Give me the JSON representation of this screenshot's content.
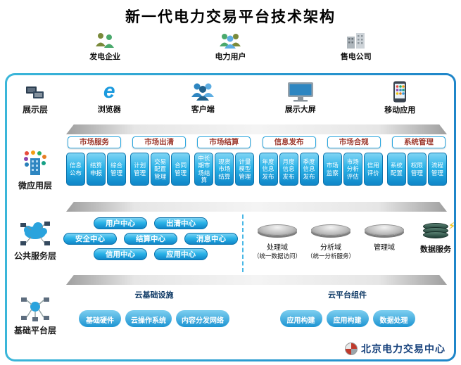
{
  "title": "新一代电力交易平台技术架构",
  "entities": [
    {
      "label": "发电企业",
      "icon": "generators-people-icon"
    },
    {
      "label": "电力用户",
      "icon": "power-users-icon"
    },
    {
      "label": "售电公司",
      "icon": "retail-company-building-icon"
    }
  ],
  "presentation": {
    "label": "展示层",
    "layer_icon": "monitors-icon",
    "items": [
      {
        "label": "浏览器",
        "icon": "ie-browser-icon"
      },
      {
        "label": "客户端",
        "icon": "client-group-icon"
      },
      {
        "label": "展示大屏",
        "icon": "display-screen-icon"
      },
      {
        "label": "移动应用",
        "icon": "mobile-app-icon"
      }
    ]
  },
  "micro": {
    "label": "微应用层",
    "layer_icon": "apps-grid-icon",
    "groups": [
      {
        "category": "市场服务",
        "items": [
          "信息公布",
          "结算申报",
          "综合管理"
        ]
      },
      {
        "category": "市场出清",
        "items": [
          "计划管理",
          "交易配置管理",
          "合同管理"
        ]
      },
      {
        "category": "市场结算",
        "items": [
          "中长期市场结算",
          "现货市场结算",
          "计量模型管理"
        ]
      },
      {
        "category": "信息发布",
        "items": [
          "年度信息发布",
          "月度信息发布",
          "季度信息发布"
        ]
      },
      {
        "category": "市场合规",
        "items": [
          "市场监察",
          "市场分析评估",
          "信用评价"
        ]
      },
      {
        "category": "系统管理",
        "items": [
          "系统配置",
          "权限管理",
          "流程管理"
        ]
      }
    ]
  },
  "service": {
    "label": "公共服务层",
    "layer_icon": "cloud-devices-icon",
    "centers": [
      "用户中心",
      "出清中心",
      "安全中心",
      "结算中心",
      "消息中心",
      "信用中心",
      "应用中心"
    ],
    "domains": [
      {
        "name": "处理域",
        "note": "（统一数据访问）"
      },
      {
        "name": "分析域",
        "note": "（统一分析服务）"
      },
      {
        "name": "管理域",
        "note": ""
      }
    ],
    "data_service": {
      "label": "数据服务",
      "icon": "database-stack-icon"
    }
  },
  "platform": {
    "label": "基础平台层",
    "layer_icon": "network-nodes-icon",
    "sections": [
      {
        "title": "云基础设施",
        "clouds": [
          "基础硬件",
          "云操作系统",
          "内容分发网络"
        ]
      },
      {
        "title": "云平台组件",
        "clouds": [
          "应用构建",
          "应用构建",
          "数据处理"
        ]
      }
    ]
  },
  "footer": {
    "brand": "北京电力交易中心",
    "logo": "pinwheel-logo-icon"
  },
  "colors": {
    "accent_blue": "#1b9ade",
    "pill_gradient_top": "#7fd4f4",
    "pill_gradient_bottom": "#0f86c8",
    "category_text": "#9e3a2e",
    "brand_text": "#16417c"
  }
}
